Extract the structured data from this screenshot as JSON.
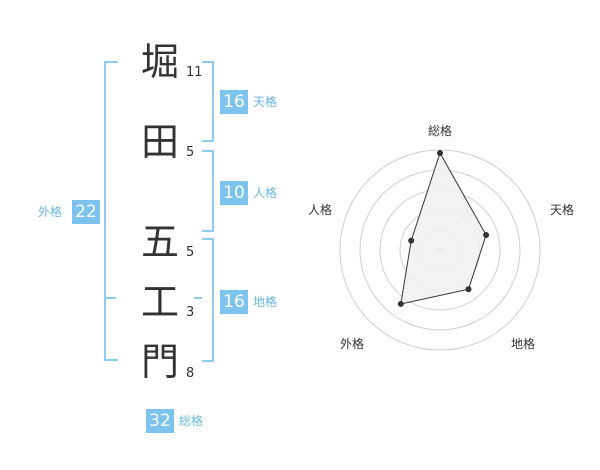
{
  "characters": [
    {
      "char": "堀",
      "strokes": "11"
    },
    {
      "char": "田",
      "strokes": "5"
    },
    {
      "char": "五",
      "strokes": "5"
    },
    {
      "char": "工",
      "strokes": "3"
    },
    {
      "char": "門",
      "strokes": "8"
    }
  ],
  "fortunes": {
    "tenkaku": {
      "value": "16",
      "label": "天格"
    },
    "jinkaku": {
      "value": "10",
      "label": "人格"
    },
    "chikaku": {
      "value": "16",
      "label": "地格"
    },
    "gaikaku": {
      "value": "22",
      "label": "外格"
    },
    "soukaku": {
      "value": "32",
      "label": "総格"
    }
  },
  "chart_data": {
    "type": "radar",
    "axes": [
      "総格",
      "天格",
      "地格",
      "外格",
      "人格"
    ],
    "values": [
      32,
      16,
      16,
      22,
      10
    ],
    "levels": 4
  },
  "colors": {
    "accent": "#7cc4ee",
    "bracket": "#8ecdf2",
    "radar_fill": "#f0f0f0",
    "radar_line": "#333333"
  }
}
